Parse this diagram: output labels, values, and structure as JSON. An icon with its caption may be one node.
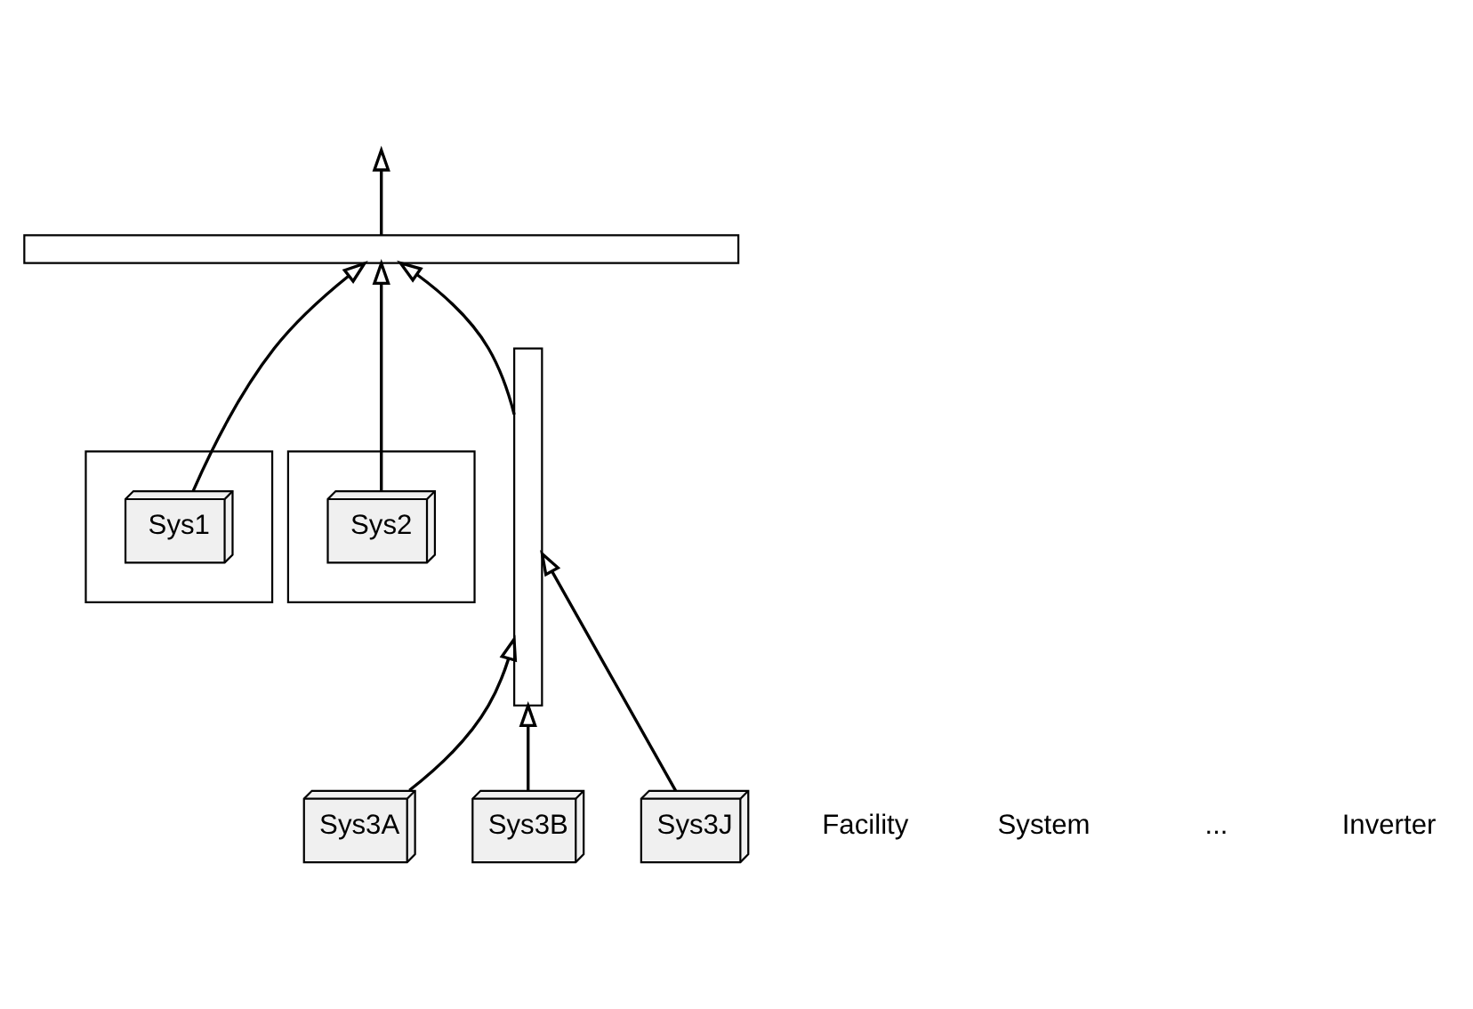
{
  "diagram": {
    "nodes": [
      {
        "text": [],
        "shape": "bar"
      },
      {
        "text": [],
        "shape": "box"
      },
      {
        "text": [
          "Sys1"
        ],
        "in": 1
      },
      {
        "text": [],
        "shape": "box"
      },
      {
        "text": [
          "Sys2"
        ],
        "in": 3
      },
      {
        "text": [],
        "shape": "bar"
      },
      {
        "text": [
          "Sys3A"
        ]
      },
      {
        "text": [
          "Sys3B"
        ]
      },
      {
        "text": [
          "Sys3J"
        ]
      }
    ],
    "edges": [
      {
        "from": 0,
        "to": null,
        "arrow": "to"
      },
      {
        "from": 2,
        "to": 0,
        "arrow": "to"
      },
      {
        "from": 4,
        "to": 0,
        "arrow": "to"
      },
      {
        "from": 5,
        "to": 0,
        "arrow": "to"
      },
      {
        "from": 6,
        "to": 5,
        "arrow": "to"
      },
      {
        "from": 7,
        "to": 5,
        "arrow": "to"
      },
      {
        "from": 8,
        "to": 5,
        "arrow": "to"
      }
    ],
    "labels": [
      "Facility",
      "System",
      "...",
      "Inverter"
    ]
  }
}
